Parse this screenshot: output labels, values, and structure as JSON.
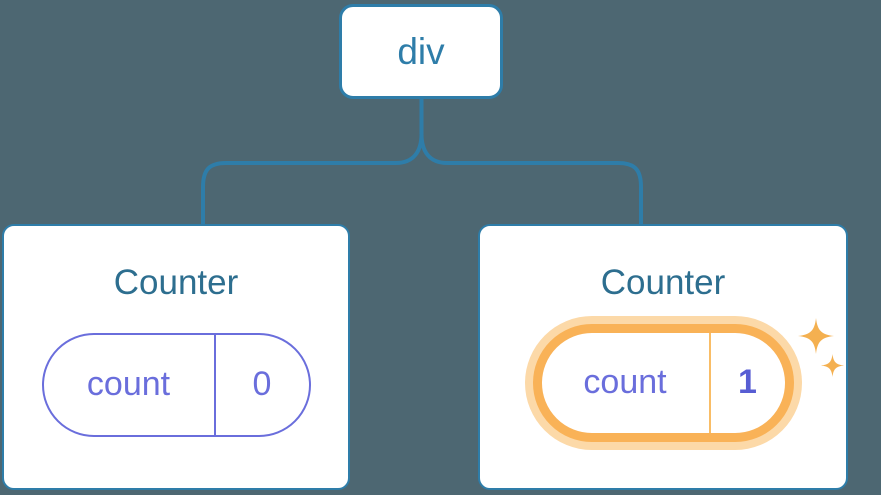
{
  "tree": {
    "root": {
      "label": "div"
    },
    "children": [
      {
        "title": "Counter",
        "state": {
          "name": "count",
          "value": "0"
        },
        "highlighted": false
      },
      {
        "title": "Counter",
        "state": {
          "name": "count",
          "value": "1"
        },
        "highlighted": true,
        "badge_icon": "sparkles-icon"
      }
    ]
  },
  "colors": {
    "background": "#4d6772",
    "connector_blue": "#2e7da9",
    "node_border_blue": "#2e7da9",
    "node_label_blue": "#2e7da9",
    "card_background": "#ffffff",
    "card_title_blue": "#2d6e8f",
    "state_purple": "#6a6edc",
    "state_value_bold_purple": "#575dd3",
    "highlight_ring_orange": "#f9b257",
    "highlight_halo_orange": "#fcd9a8",
    "highlight_divider_orange": "#f9bd66",
    "sparkle_orange": "#f4b050"
  }
}
